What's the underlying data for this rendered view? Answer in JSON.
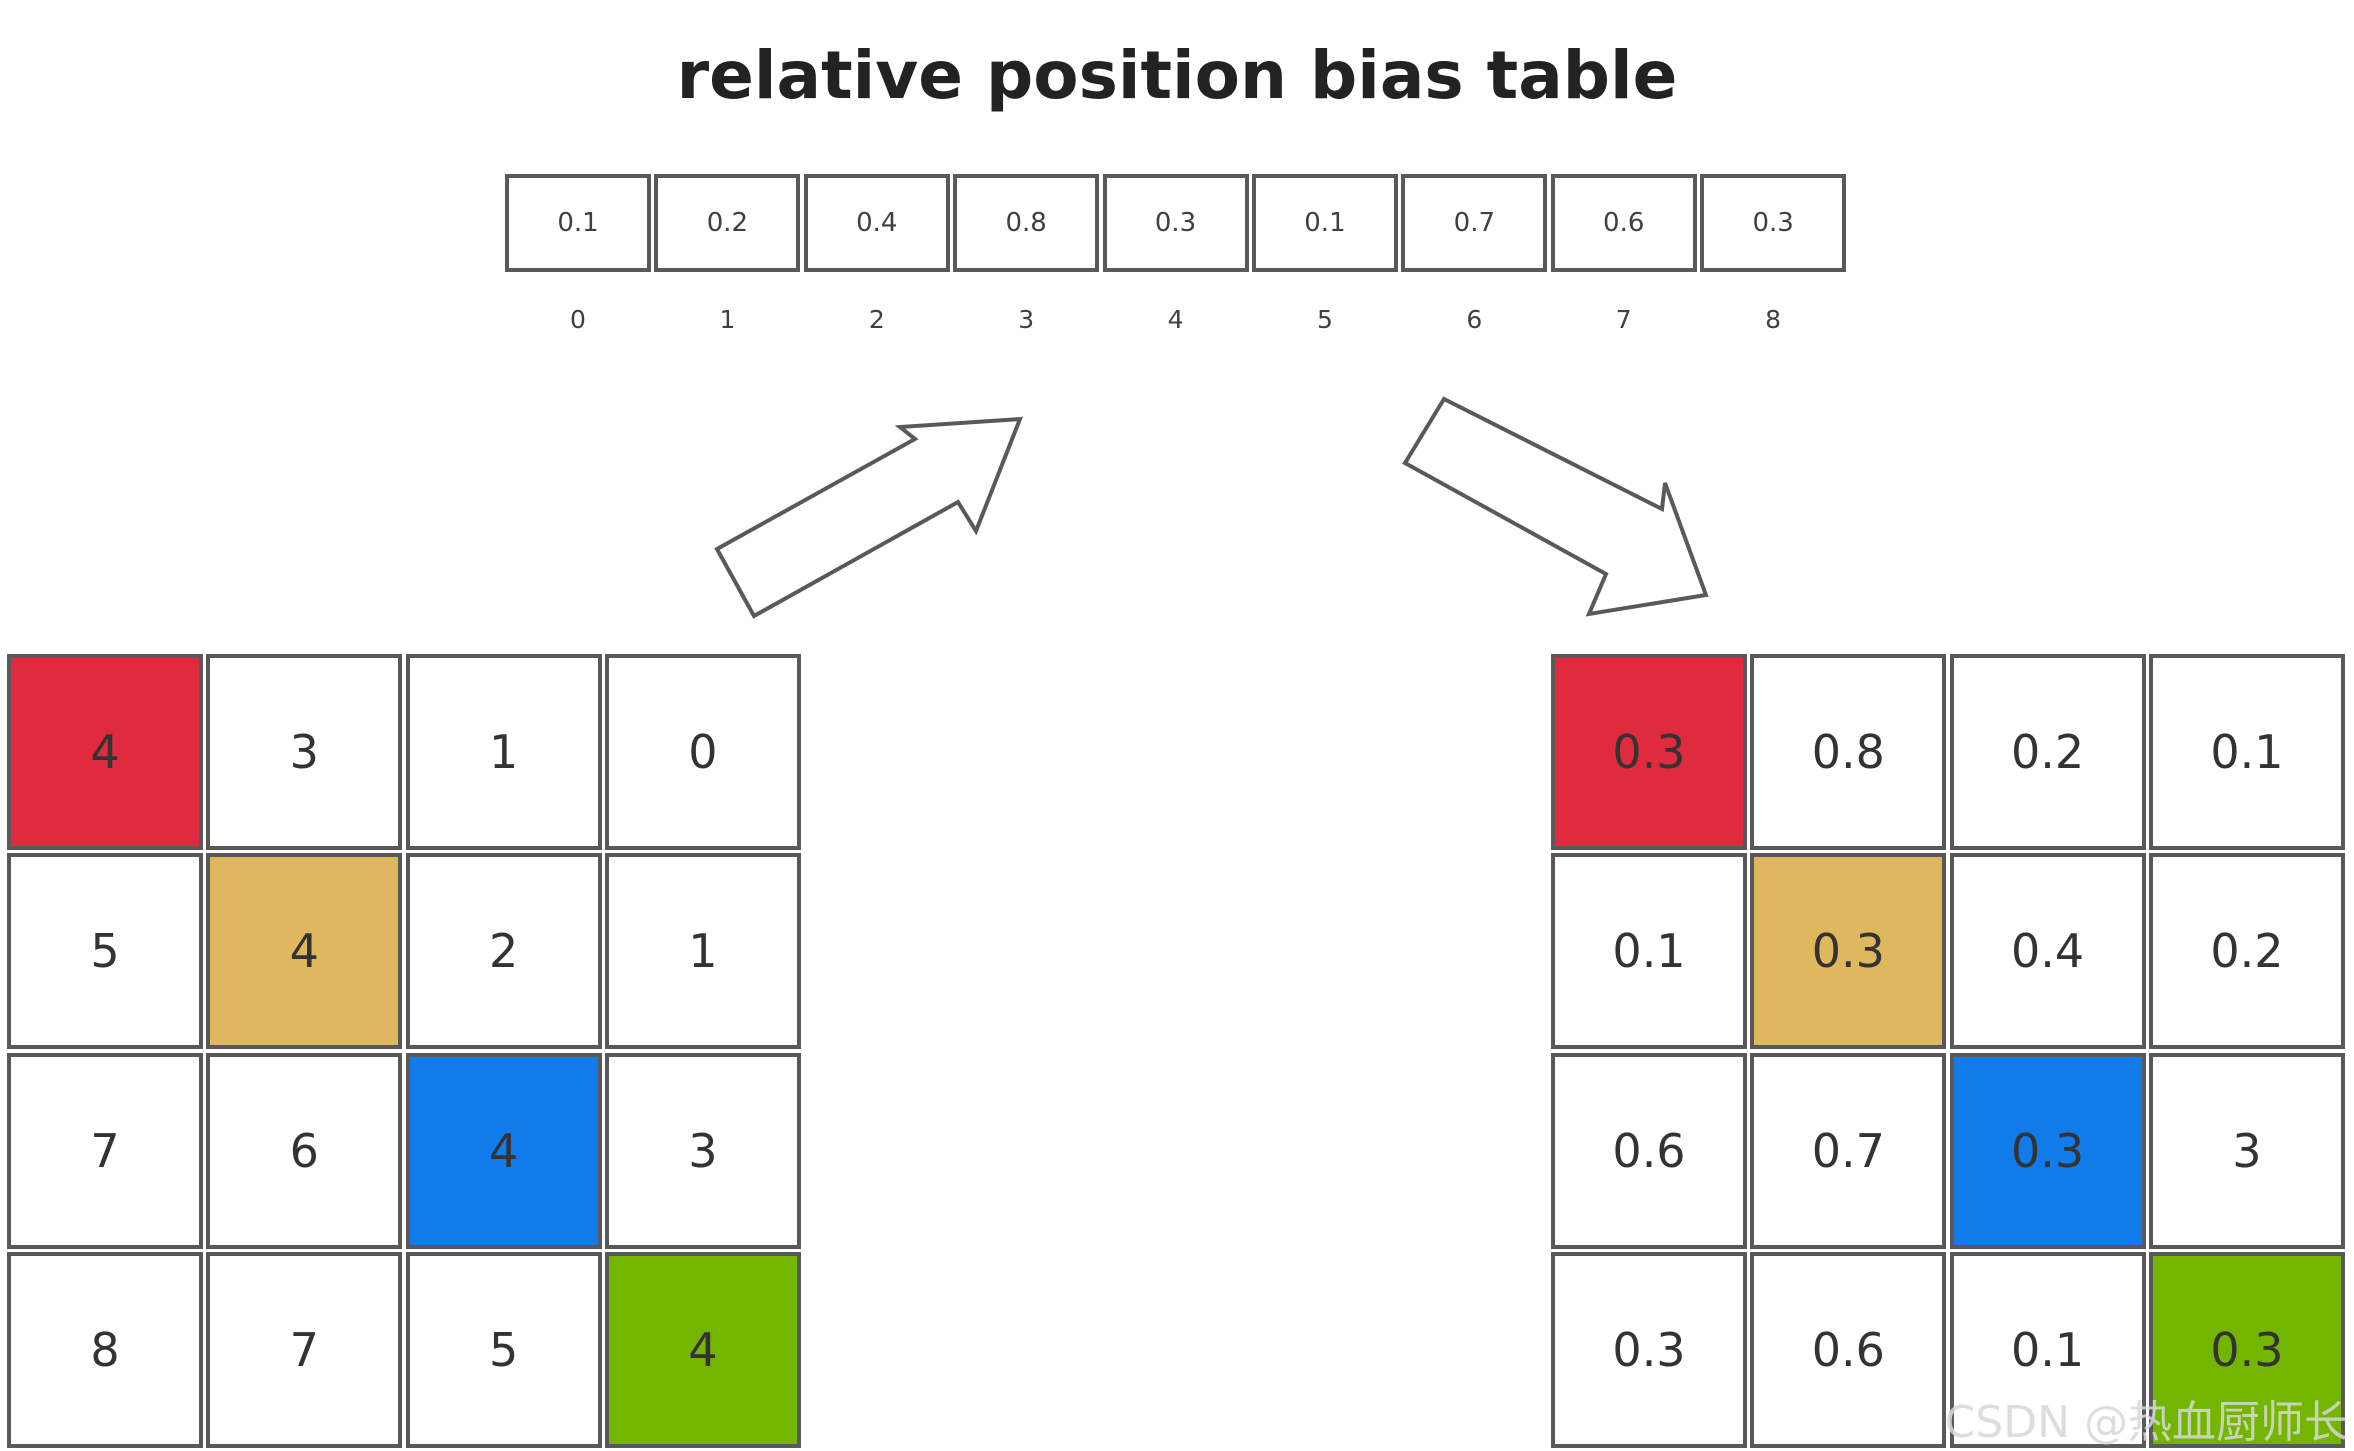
{
  "title": "relative position bias table",
  "bias_table": {
    "values": [
      "0.1",
      "0.2",
      "0.4",
      "0.8",
      "0.3",
      "0.1",
      "0.7",
      "0.6",
      "0.3"
    ],
    "indices": [
      "0",
      "1",
      "2",
      "3",
      "4",
      "5",
      "6",
      "7",
      "8"
    ]
  },
  "index_grid": {
    "rows": [
      [
        "4",
        "3",
        "1",
        "0"
      ],
      [
        "5",
        "4",
        "2",
        "1"
      ],
      [
        "7",
        "6",
        "4",
        "3"
      ],
      [
        "8",
        "7",
        "5",
        "4"
      ]
    ]
  },
  "bias_grid": {
    "rows": [
      [
        "0.3",
        "0.8",
        "0.2",
        "0.1"
      ],
      [
        "0.1",
        "0.3",
        "0.4",
        "0.2"
      ],
      [
        "0.6",
        "0.7",
        "0.3",
        "3"
      ],
      [
        "0.3",
        "0.6",
        "0.1",
        "0.3"
      ]
    ]
  },
  "diagonal_colors": [
    "#e02a3d",
    "#dfb75f",
    "#117be9",
    "#73b500"
  ],
  "watermark": "CSDN @热血厨师长"
}
